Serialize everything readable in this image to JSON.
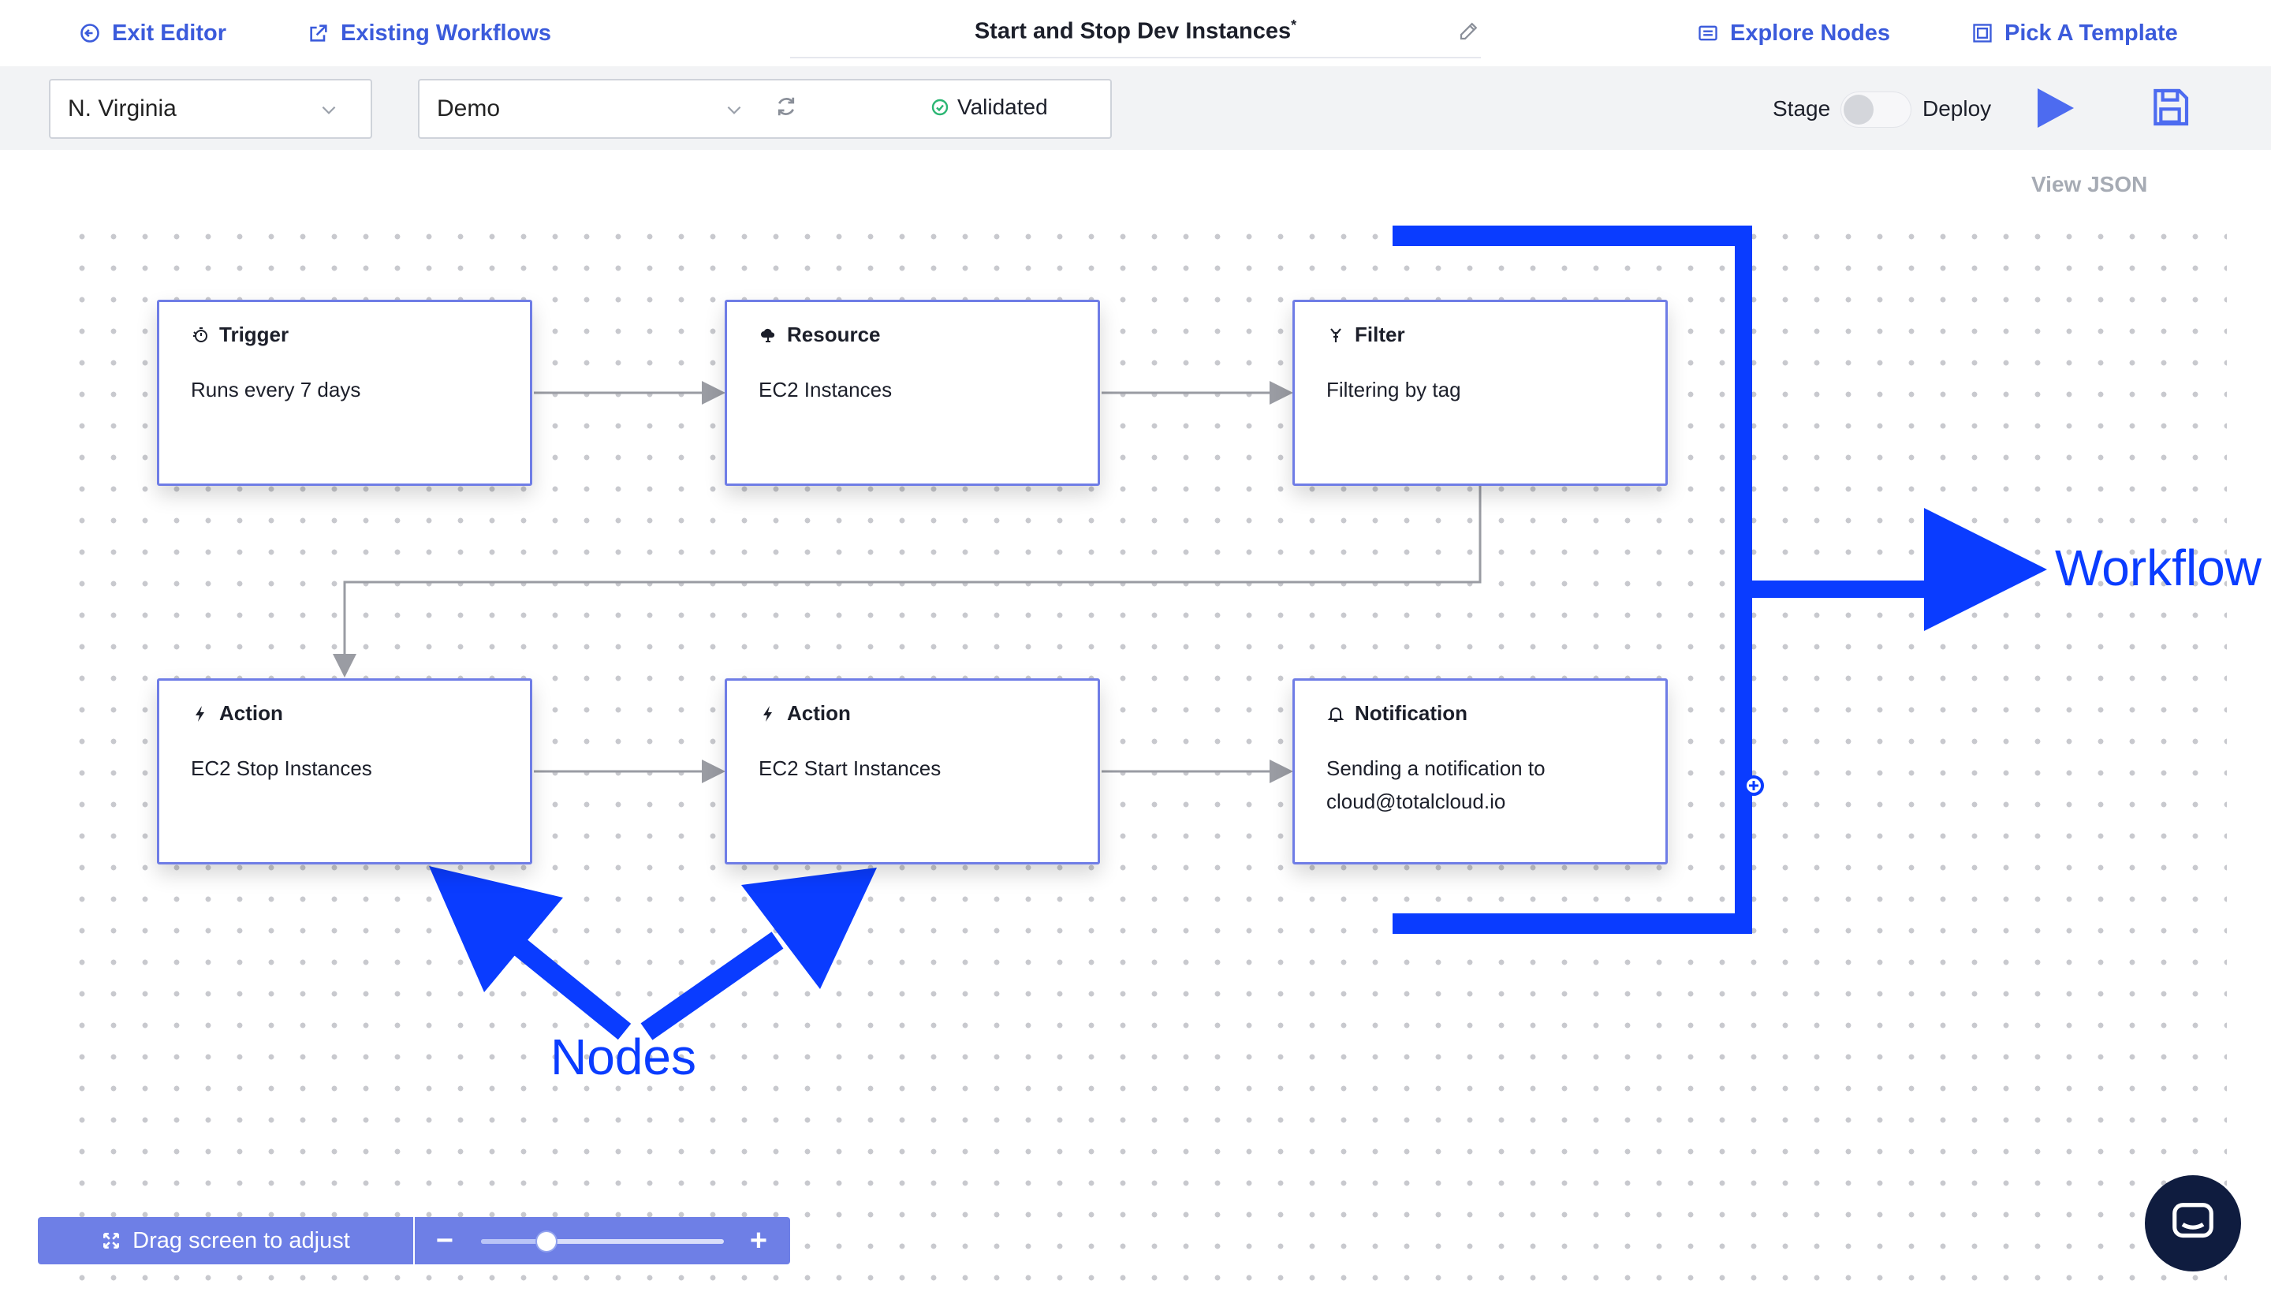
{
  "topnav": {
    "exit_editor": "Exit Editor",
    "existing_workflows": "Existing Workflows",
    "workflow_title": "Start and Stop Dev Instances",
    "unsaved_marker": "*",
    "explore_nodes": "Explore Nodes",
    "pick_template": "Pick A Template"
  },
  "toolbar": {
    "region": "N. Virginia",
    "account": "Demo",
    "status": "Validated",
    "stage_label": "Stage",
    "deploy_label": "Deploy",
    "stage_deploy_toggle": "stage"
  },
  "canvas": {
    "view_json": "View JSON",
    "nodes": [
      {
        "type": "Trigger",
        "icon": "stopwatch-icon",
        "text": "Runs every 7 days"
      },
      {
        "type": "Resource",
        "icon": "cloud-icon",
        "text": "EC2 Instances"
      },
      {
        "type": "Filter",
        "icon": "filter-icon",
        "text": "Filtering by tag"
      },
      {
        "type": "Action",
        "icon": "bolt-icon",
        "text": "EC2 Stop Instances"
      },
      {
        "type": "Action",
        "icon": "bolt-icon",
        "text": "EC2 Start Instances"
      },
      {
        "type": "Notification",
        "icon": "bell-icon",
        "text": "Sending a notification to cloud@totalcloud.io"
      }
    ]
  },
  "annotations": {
    "workflow": "Workflow",
    "nodes": "Nodes",
    "color": "#0a3cff"
  },
  "bottom": {
    "drag_label": "Drag screen to adjust",
    "zoom_level": 0.25
  },
  "colors": {
    "accent": "#3b5bdb",
    "node_border": "#6f7de6",
    "validated": "#2bb673",
    "chat": "#0f1c3f"
  }
}
